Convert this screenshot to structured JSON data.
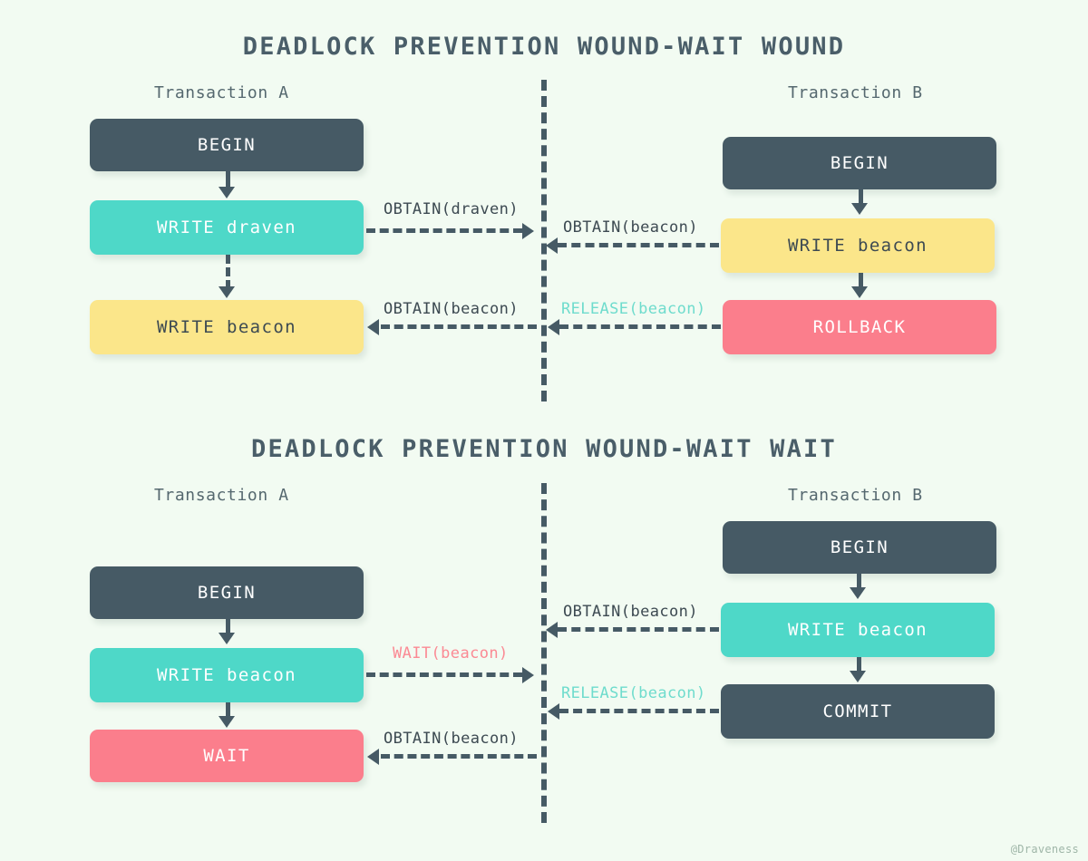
{
  "background_color": "#f2fbf2",
  "palette": {
    "dark": "#465a65",
    "teal": "#4ed8c8",
    "yellow": "#fbe68a",
    "pink": "#fb7e8c",
    "text_dark": "#3d4a52",
    "label_teal": "#6fdccd",
    "label_pink": "#fb8a94"
  },
  "watermark": "@Draveness",
  "diagrams": [
    {
      "title": "DEADLOCK PREVENTION WOUND-WAIT WOUND",
      "left_column": {
        "caption": "Transaction A",
        "nodes": [
          {
            "label": "BEGIN",
            "style": "dark"
          },
          {
            "label": "WRITE draven",
            "style": "teal"
          },
          {
            "label": "WRITE beacon",
            "style": "yellow"
          }
        ]
      },
      "right_column": {
        "caption": "Transaction B",
        "nodes": [
          {
            "label": "BEGIN",
            "style": "dark"
          },
          {
            "label": "WRITE beacon",
            "style": "yellow"
          },
          {
            "label": "ROLLBACK",
            "style": "pink"
          }
        ]
      },
      "messages": [
        {
          "label": "OBTAIN(draven)",
          "direction": "right",
          "color": "dark"
        },
        {
          "label": "OBTAIN(beacon)",
          "direction": "left",
          "color": "dark"
        },
        {
          "label": "OBTAIN(beacon)",
          "direction": "left",
          "color": "dark"
        },
        {
          "label": "RELEASE(beacon)",
          "direction": "left",
          "color": "teal"
        }
      ]
    },
    {
      "title": "DEADLOCK PREVENTION WOUND-WAIT WAIT",
      "left_column": {
        "caption": "Transaction A",
        "nodes": [
          {
            "label": "BEGIN",
            "style": "dark"
          },
          {
            "label": "WRITE beacon",
            "style": "teal"
          },
          {
            "label": "WAIT",
            "style": "pink"
          }
        ]
      },
      "right_column": {
        "caption": "Transaction B",
        "nodes": [
          {
            "label": "BEGIN",
            "style": "dark"
          },
          {
            "label": "WRITE beacon",
            "style": "teal"
          },
          {
            "label": "COMMIT",
            "style": "dark"
          }
        ]
      },
      "messages": [
        {
          "label": "OBTAIN(beacon)",
          "direction": "left",
          "color": "dark"
        },
        {
          "label": "WAIT(beacon)",
          "direction": "right",
          "color": "pink"
        },
        {
          "label": "RELEASE(beacon)",
          "direction": "left",
          "color": "teal"
        },
        {
          "label": "OBTAIN(beacon)",
          "direction": "left",
          "color": "dark"
        }
      ]
    }
  ]
}
